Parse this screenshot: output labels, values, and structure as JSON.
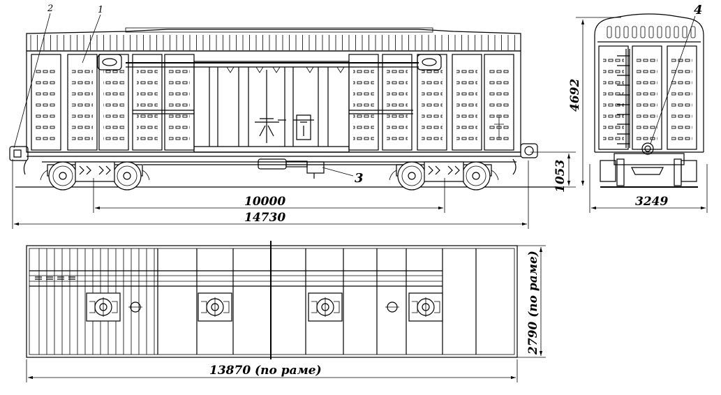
{
  "labels": {
    "part_1": "1",
    "part_2": "2",
    "part_3": "3",
    "part_4": "4"
  },
  "dimensions": {
    "bogie_base": "10000",
    "length_over_couplers": "14730",
    "car_height": "4692",
    "floor_height": "1053",
    "car_width": "3249",
    "frame_length": "13870 (по раме)",
    "frame_width": "2790 (по раме)"
  },
  "colors": {
    "line": "#000000",
    "background": "#ffffff"
  }
}
